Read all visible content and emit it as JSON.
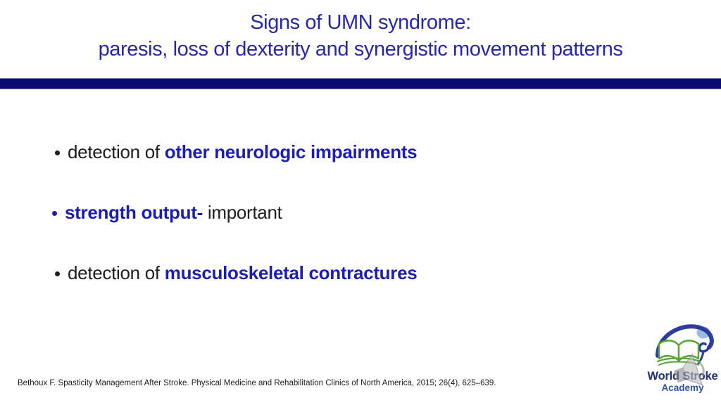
{
  "slide": {
    "title": {
      "line1": "Signs of UMN syndrome:",
      "line2": "paresis, loss of dexterity and synergistic movement patterns"
    },
    "bullets": [
      {
        "pre": "detection of ",
        "em": "other neurologic impairments",
        "post": ""
      },
      {
        "pre": "",
        "em": "strength output- ",
        "post": "important"
      },
      {
        "pre": "detection of ",
        "em": "musculoskeletal contractures",
        "post": ""
      }
    ],
    "citation": "Bethoux F. Spasticity Management After Stroke. Physical Medicine and Rehabilitation Clinics of North America, 2015; 26(4), 625–639.",
    "logo": {
      "line1": "World Stroke",
      "line2": "Academy"
    },
    "icons": {
      "open_book": "open-book-icon",
      "swoosh": "swoosh-question-mark",
      "speaker": "audio-speaker-icon"
    },
    "colors": {
      "title_blue": "#2727a9",
      "emphasis_blue": "#1d1db3",
      "bar_navy": "#0a0a70",
      "body_text": "#1d1d1d",
      "logo_navy": "#1e3272",
      "logo_blue": "#2f52a8",
      "book_green": "#56a72f",
      "swoosh_blue": "#2c3d9e"
    }
  }
}
